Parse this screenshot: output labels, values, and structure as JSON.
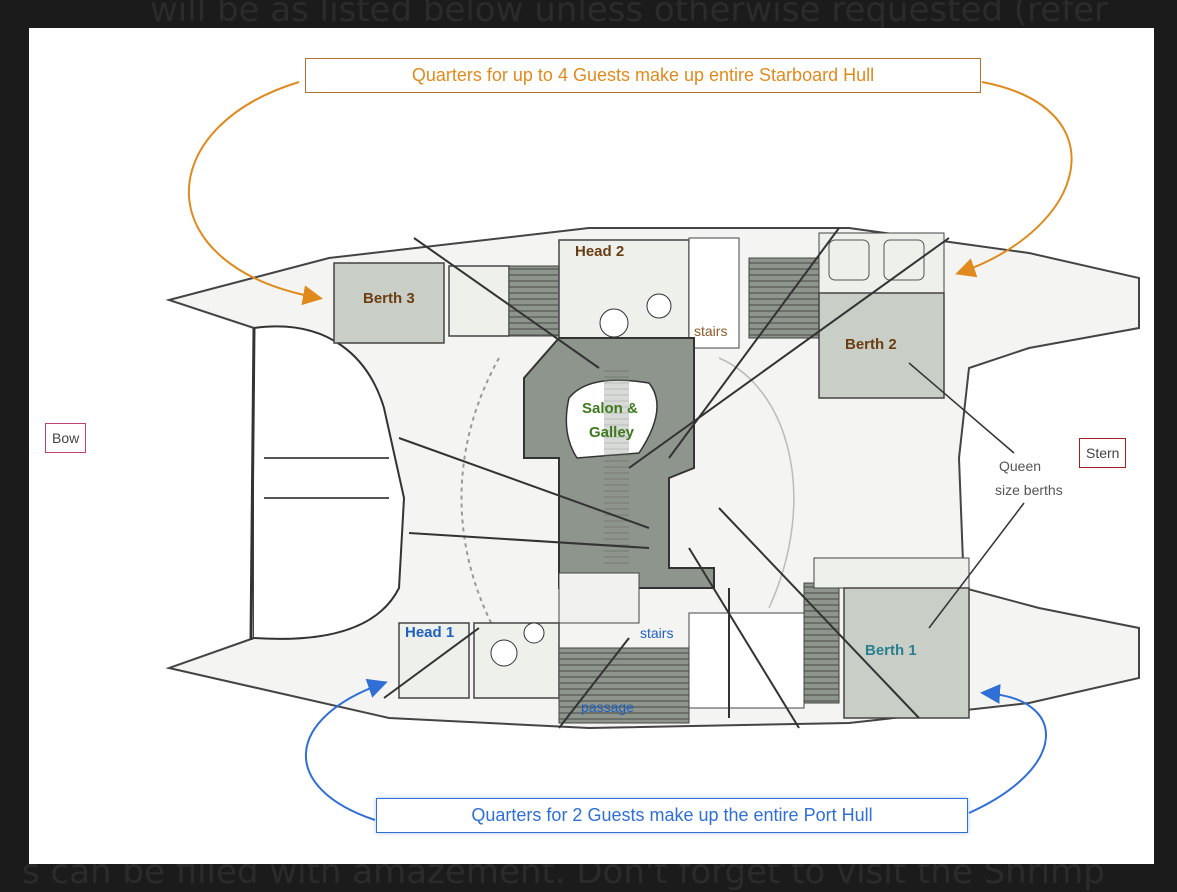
{
  "background_text": {
    "top_line": "will be as listed below unless otherwise requested (refer",
    "bottom_line": "s can be filled with amazement. Don't forget to visit the Shrimp"
  },
  "callouts": {
    "starboard": "Quarters for up to 4 Guests make up entire Starboard Hull",
    "port": "Quarters for 2 Guests make up the entire Port Hull"
  },
  "tags": {
    "bow": "Bow",
    "stern": "Stern"
  },
  "rooms": {
    "head2": "Head 2",
    "berth3": "Berth 3",
    "stairs_top": "stairs",
    "berth2": "Berth 2",
    "salon_line1": "Salon &",
    "salon_line2": "Galley",
    "queen_line1": "Queen",
    "queen_line2": "size berths",
    "head1": "Head 1",
    "stairs_bottom": "stairs",
    "berth1": "Berth 1",
    "passage": "passage"
  },
  "colors": {
    "orange_accent": "#e08a1e",
    "blue_accent": "#2f6fd6",
    "room_fill": "#c9cfc7"
  }
}
